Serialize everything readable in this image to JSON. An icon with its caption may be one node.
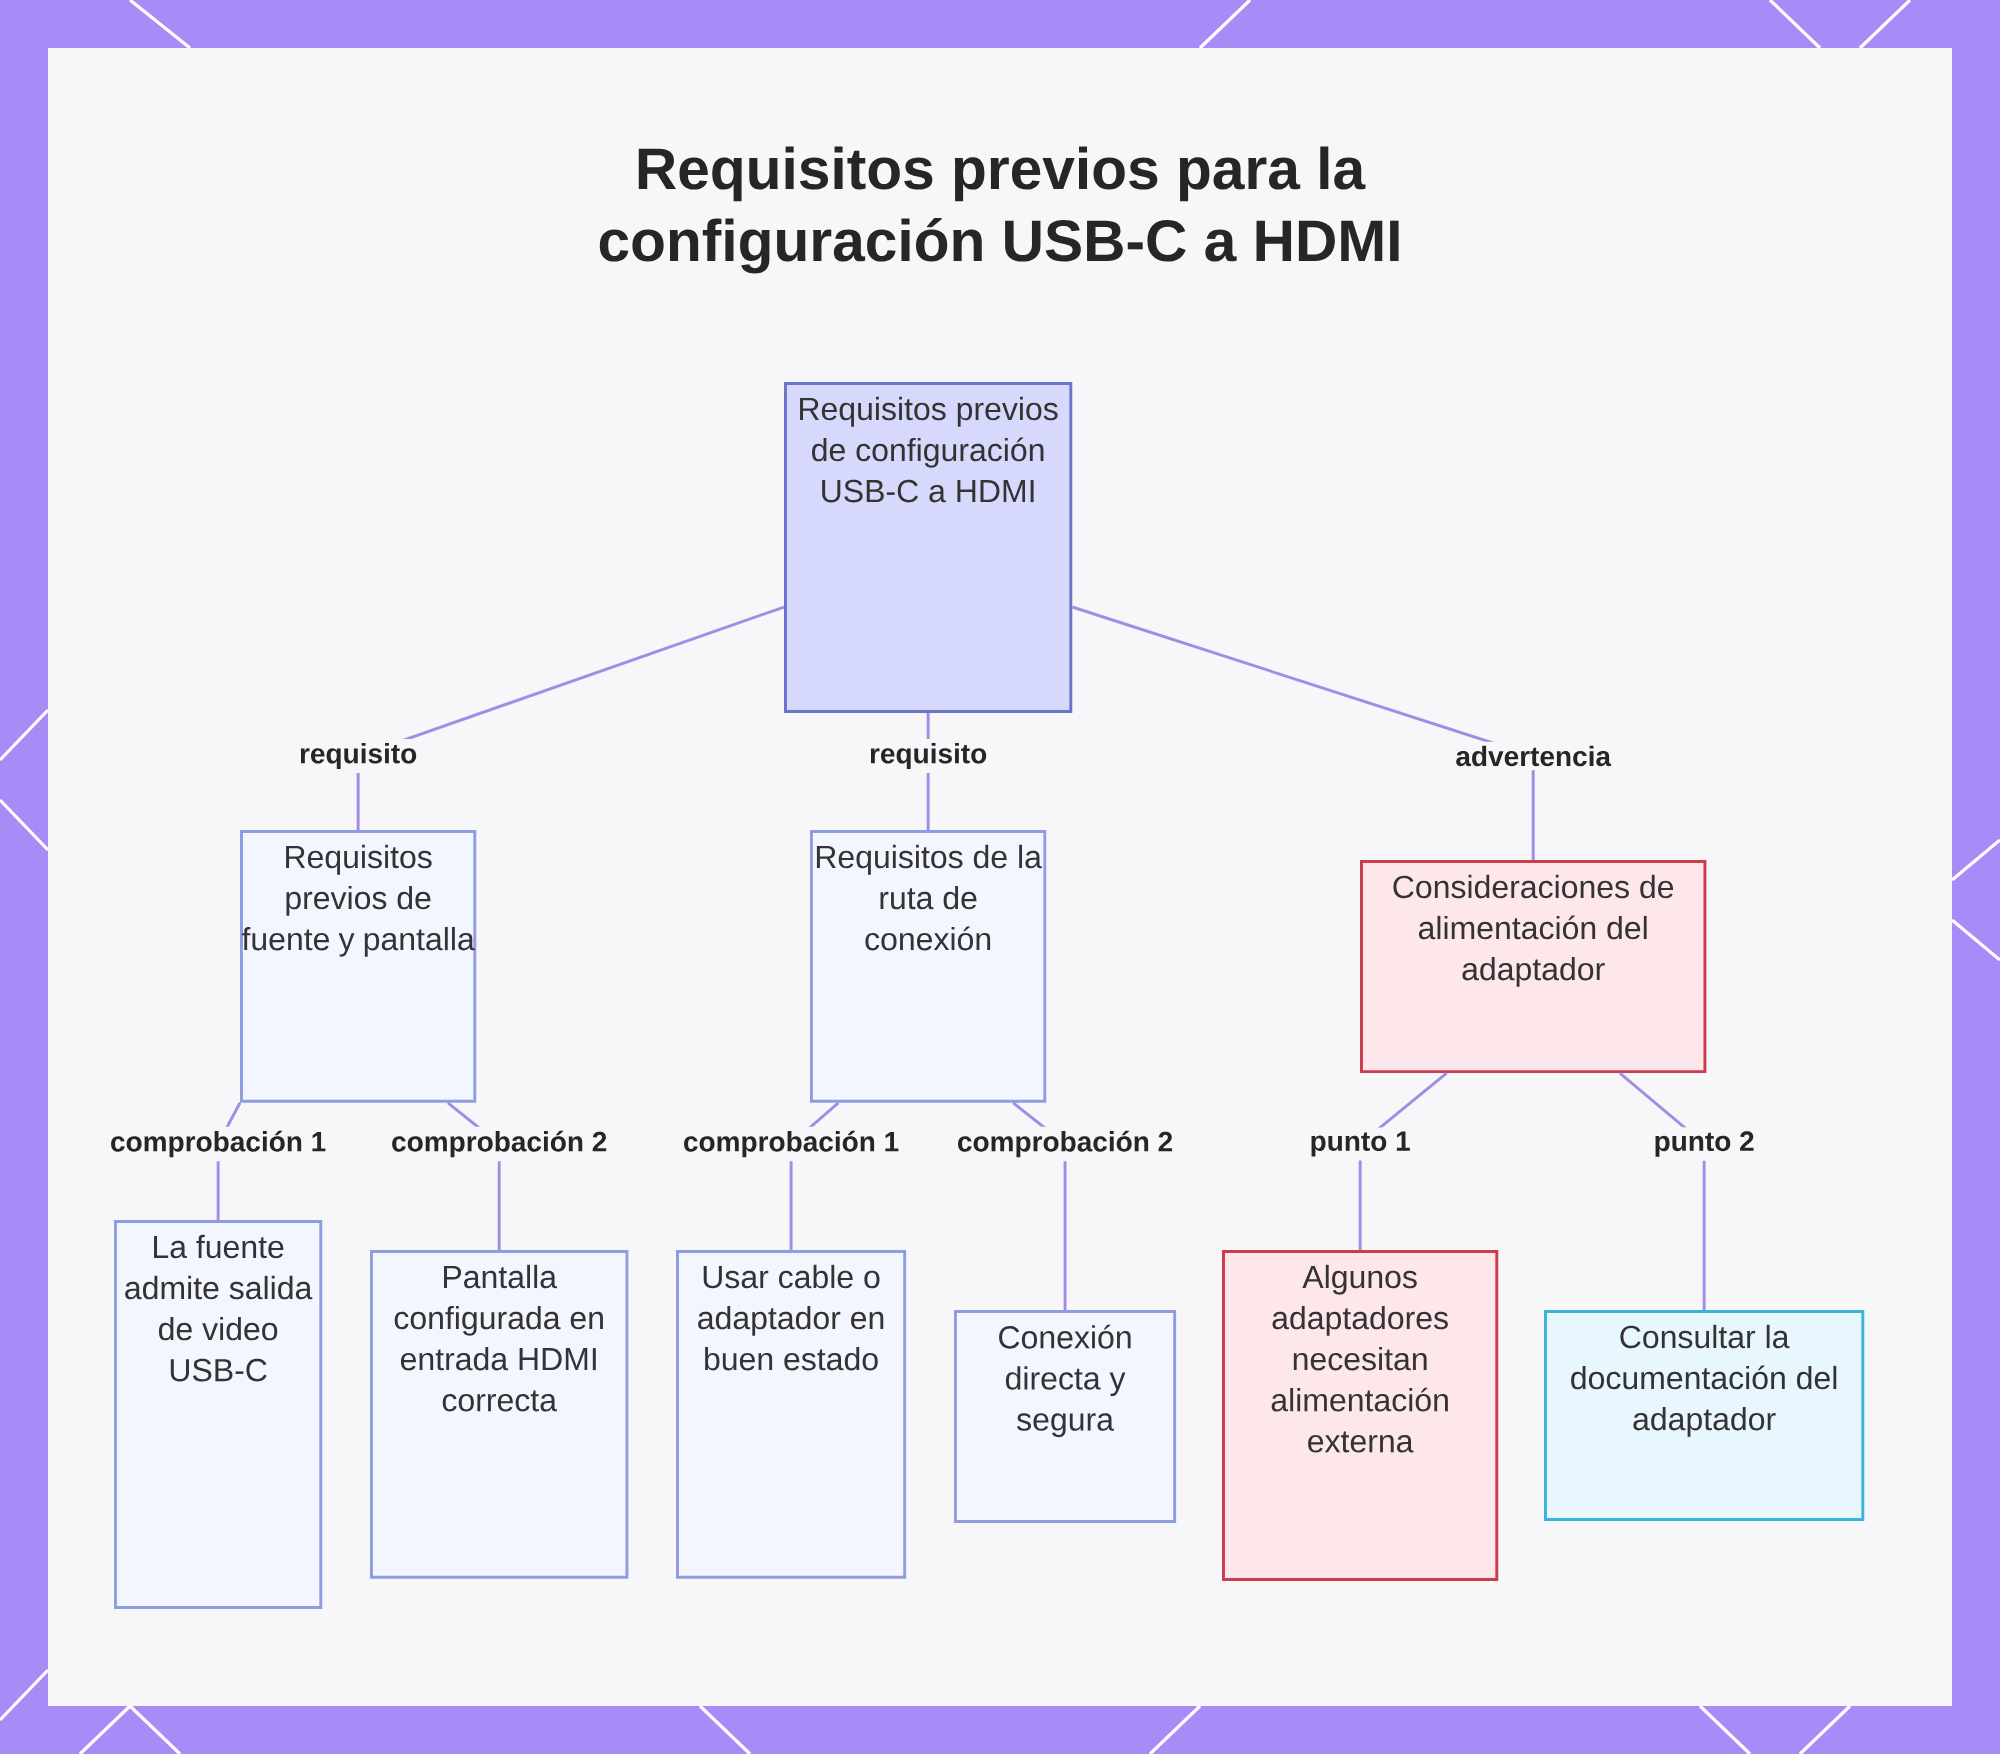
{
  "diagram": {
    "title": "Requisitos previos para la configuración USB-C a HDMI",
    "nodes": [
      {
        "text": [
          "Requisitos previos de configuración USB-C a HDMI"
        ]
      },
      {
        "text": [
          "Requisitos previos de fuente y pantalla"
        ]
      },
      {
        "text": [
          "Requisitos de la ruta de conexión"
        ]
      },
      {
        "text": [
          "Consideraciones de alimentación del adaptador"
        ]
      },
      {
        "text": [
          "La fuente admite salida de video USB-C"
        ]
      },
      {
        "text": [
          "Pantalla configurada en entrada HDMI correcta"
        ]
      },
      {
        "text": [
          "Usar cable o adaptador en buen estado"
        ]
      },
      {
        "text": [
          "Conexión directa y segura"
        ]
      },
      {
        "text": [
          "Algunos adaptadores necesitan alimentación externa"
        ]
      },
      {
        "text": [
          "Consultar la documentación del adaptador"
        ]
      }
    ],
    "edges": [
      {
        "from": 0,
        "to": 1,
        "arrow": "none",
        "label": "requisito"
      },
      {
        "from": 0,
        "to": 2,
        "arrow": "none",
        "label": "requisito"
      },
      {
        "from": 0,
        "to": 3,
        "arrow": "none",
        "label": "advertencia"
      },
      {
        "from": 1,
        "to": 4,
        "arrow": "none",
        "label": "comprobación 1"
      },
      {
        "from": 1,
        "to": 5,
        "arrow": "none",
        "label": "comprobación 2"
      },
      {
        "from": 2,
        "to": 6,
        "arrow": "none",
        "label": "comprobación 1"
      },
      {
        "from": 2,
        "to": 7,
        "arrow": "none",
        "label": "comprobación 2"
      },
      {
        "from": 3,
        "to": 8,
        "arrow": "none",
        "label": "punto 1"
      },
      {
        "from": 3,
        "to": 9,
        "arrow": "none",
        "label": "punto 2"
      }
    ]
  }
}
